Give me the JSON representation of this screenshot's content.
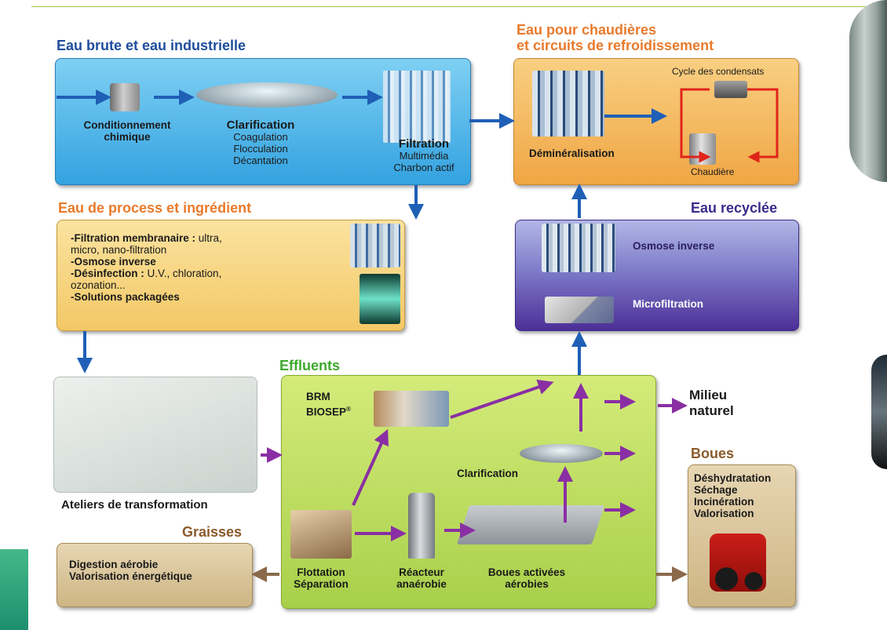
{
  "sections": {
    "raw_water": "Eau brute et eau industrielle",
    "boiler_line1": "Eau pour chaudières",
    "boiler_line2": "et circuits de refroidissement",
    "process": "Eau de process et ingrédient",
    "recycled": "Eau recyclée",
    "effluents": "Effluents",
    "greases": "Graisses",
    "sludge": "Boues"
  },
  "raw_water_steps": {
    "conditioning": [
      "Conditionnement",
      "chimique"
    ],
    "clarification_title": "Clarification",
    "clarification_items": [
      "Coagulation",
      "Flocculation",
      "Décantation"
    ],
    "filtration_title": "Filtration",
    "filtration_items": [
      "Multimédia",
      "Charbon actif"
    ]
  },
  "boiler": {
    "demineralisation": "Déminéralisation",
    "condensate_cycle": "Cycle des condensats",
    "boiler": "Chaudière"
  },
  "process_list": [
    {
      "bold": "-Filtration membranaire :",
      "rest": " ultra,"
    },
    {
      "bold": "",
      "rest": "micro, nano-filtration"
    },
    {
      "bold": "-Osmose inverse",
      "rest": ""
    },
    {
      "bold": "-Désinfection :",
      "rest": " U.V., chloration,"
    },
    {
      "bold": "",
      "rest": "ozonation..."
    },
    {
      "bold": "-Solutions packagées",
      "rest": ""
    }
  ],
  "recycled": {
    "reverse_osmosis": "Osmose inverse",
    "microfiltration": "Microfiltration"
  },
  "workshops": "Ateliers de transformation",
  "effluents": {
    "brm": "BRM",
    "biosep": "BIOSEP",
    "biosep_sup": "®",
    "clarification": "Clarification",
    "flotation": [
      "Flottation",
      "Séparation"
    ],
    "anaerobic": [
      "Réacteur",
      "anaérobie"
    ],
    "aerobic": [
      "Boues activées",
      "aérobies"
    ]
  },
  "natural_environment": [
    "Milieu",
    "naturel"
  ],
  "greases_box": [
    "Digestion aérobie",
    "Valorisation énergétique"
  ],
  "sludge_box": [
    "Déshydratation",
    "Séchage",
    "Incinération",
    "Valorisation"
  ],
  "colors": {
    "blue_arrow": "#1f5fb6",
    "purple_arrow": "#8a2fa3",
    "brown_arrow": "#8a6a4a",
    "red_cycle": "#e0241b"
  }
}
